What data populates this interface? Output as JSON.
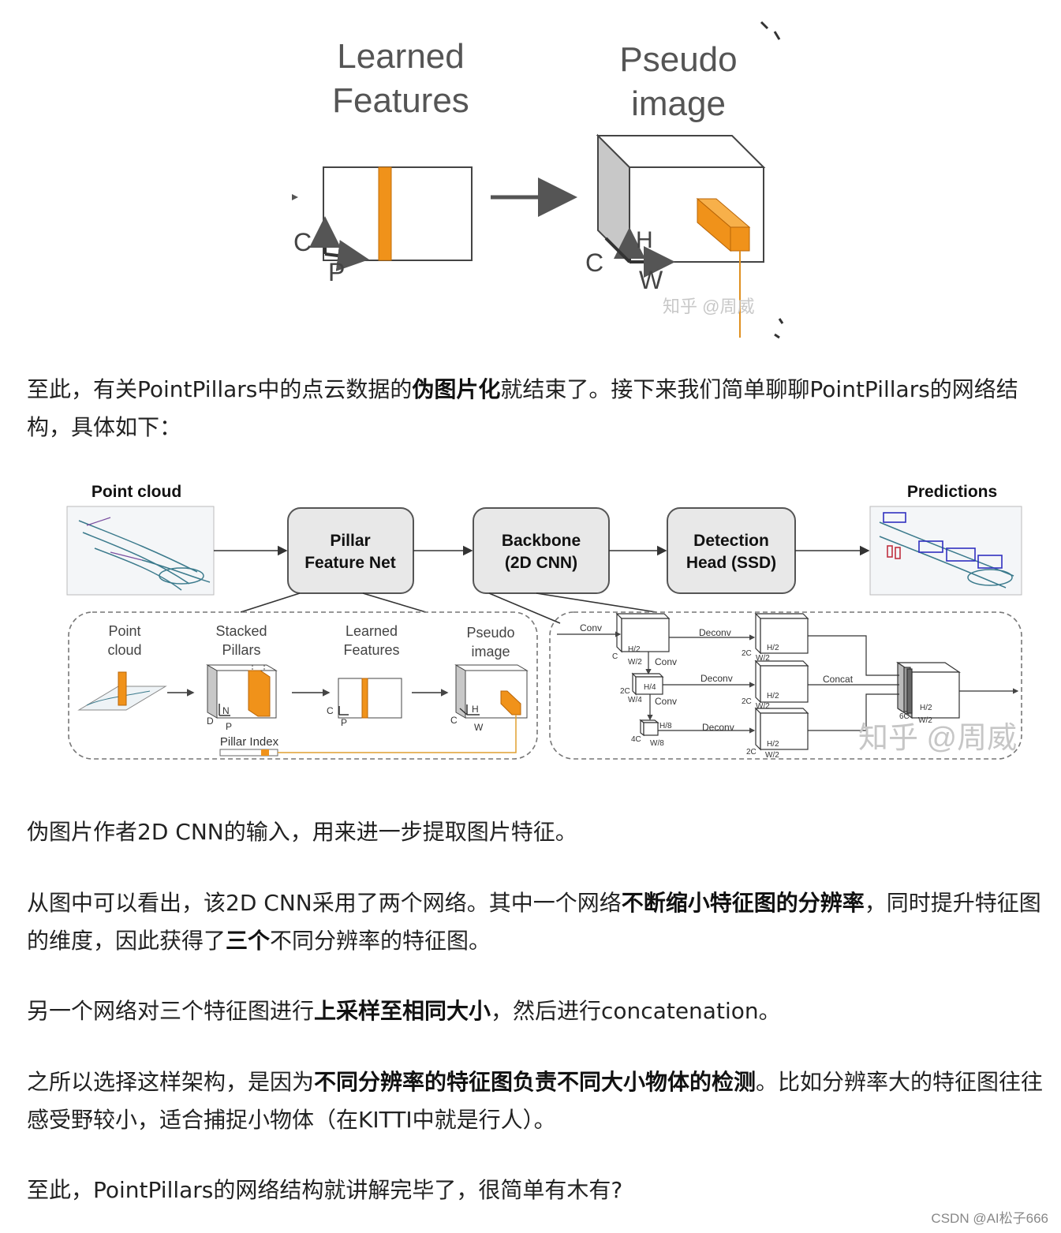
{
  "figure1": {
    "learned_features_label_1": "Learned",
    "learned_features_label_2": "Features",
    "pseudo_image_label_1": "Pseudo",
    "pseudo_image_label_2": "image",
    "axis_c": "C",
    "axis_p": "P",
    "axis_h": "H",
    "axis_c2": "C",
    "axis_w": "W",
    "watermark": "知乎 @周威"
  },
  "paragraph1": {
    "text_a": "至此，有关PointPillars中的点云数据的",
    "bold": "伪图片化",
    "text_b": "就结束了。接下来我们简单聊聊PointPillars的网络结构，具体如下："
  },
  "figure2": {
    "point_cloud_title": "Point cloud",
    "predictions_title": "Predictions",
    "pfn_1": "Pillar",
    "pfn_2": "Feature Net",
    "backbone_1": "Backbone",
    "backbone_2": "(2D CNN)",
    "head_1": "Detection",
    "head_2": "Head (SSD)",
    "sub_point_1": "Point",
    "sub_point_2": "cloud",
    "sub_stacked_1": "Stacked",
    "sub_stacked_2": "Pillars",
    "sub_learned_1": "Learned",
    "sub_learned_2": "Features",
    "sub_pseudo_1": "Pseudo",
    "sub_pseudo_2": "image",
    "pillar_index": "Pillar Index",
    "lbl_d": "D",
    "lbl_n": "N",
    "lbl_p": "P",
    "lbl_c": "C",
    "lbl_h": "H",
    "lbl_w": "W",
    "conv": "Conv",
    "deconv": "Deconv",
    "concat": "Concat",
    "lbl_h2": "H/2",
    "lbl_w2": "W/2",
    "lbl_h4": "H/4",
    "lbl_w4": "W/4",
    "lbl_h8": "H/8",
    "lbl_w8": "W/8",
    "lbl_2c": "2C",
    "lbl_4c": "4C",
    "lbl_6c": "6C",
    "watermark": "知乎 @周威"
  },
  "paragraph2": "伪图片作者2D CNN的输入，用来进一步提取图片特征。",
  "paragraph3": {
    "text_a": "从图中可以看出，该2D CNN采用了两个网络。其中一个网络",
    "bold_a": "不断缩小特征图的分辨率",
    "text_b": "，同时提升特征图的维度，因此获得了",
    "bold_b": "三个",
    "text_c": "不同分辨率的特征图。"
  },
  "paragraph4": {
    "text_a": "另一个网络对三个特征图进行",
    "bold": "上采样至相同大小",
    "text_b": "，然后进行concatenation。"
  },
  "paragraph5": {
    "text_a": "之所以选择这样架构，是因为",
    "bold": "不同分辨率的特征图负责不同大小物体的检测",
    "text_b": "。比如分辨率大的特征图往往感受野较小，适合捕捉小物体（在KITTI中就是行人）。"
  },
  "paragraph6": "至此，PointPillars的网络结构就讲解完毕了，很简单有木有?",
  "footer": "CSDN @AI松子666",
  "colors": {
    "orange": "#f0921a",
    "box_fill": "#e8e8e8",
    "grey_side": "#c8c8c8"
  }
}
